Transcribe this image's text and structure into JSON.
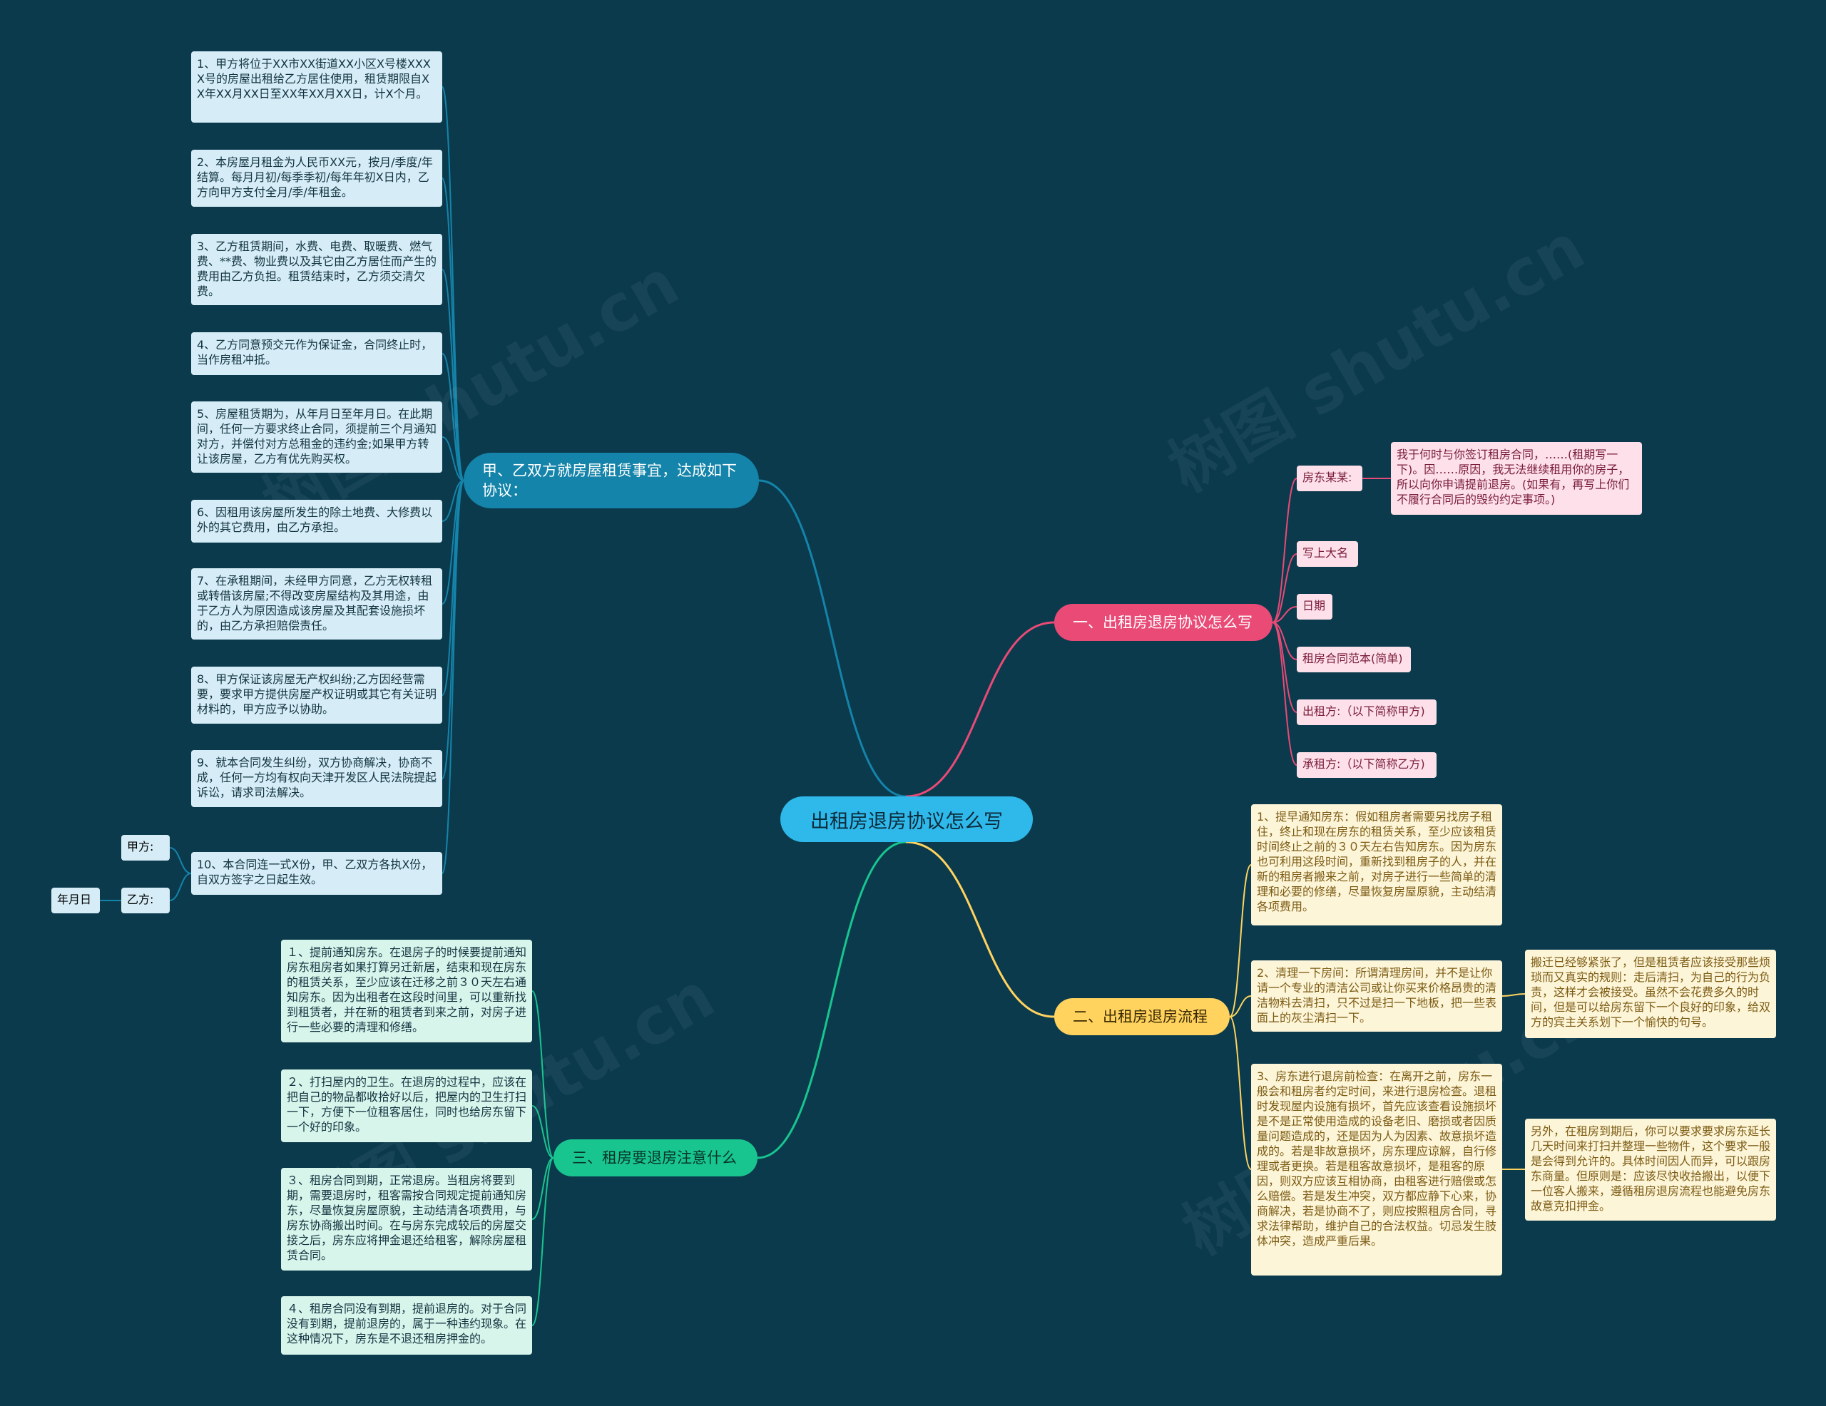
{
  "root": {
    "title": "出租房退房协议怎么写"
  },
  "colors": {
    "background": "#0b3a4d",
    "root": "#2fb8ea",
    "blue_branch": "#1584aa",
    "pink_branch": "#e94a76",
    "yellow_branch": "#ffd35e",
    "green_branch": "#19c58f"
  },
  "watermark": "树图 shutu.cn",
  "branch_blue": {
    "title": "甲、乙双方就房屋租赁事宜，达成如下协议：",
    "items": [
      "1、甲方将位于XX市XX街道XX小区X号楼XXXX号的房屋出租给乙方居住使用，租赁期限自XX年XX月XX日至XX年XX月XX日，计X个月。",
      "2、本房屋月租金为人民币XX元，按月/季度/年结算。每月月初/每季季初/每年年初X日内，乙方向甲方支付全月/季/年租金。",
      "3、乙方租赁期间，水费、电费、取暖费、燃气费、**费、物业费以及其它由乙方居住而产生的费用由乙方负担。租赁结束时，乙方须交清欠费。",
      "4、乙方同意预交元作为保证金，合同终止时，当作房租冲抵。",
      "5、房屋租赁期为，从年月日至年月日。在此期间，任何一方要求终止合同，须提前三个月通知对方，并偿付对方总租金的违约金;如果甲方转让该房屋，乙方有优先购买权。",
      "6、因租用该房屋所发生的除土地费、大修费以外的其它费用，由乙方承担。",
      "7、在承租期间，未经甲方同意，乙方无权转租或转借该房屋;不得改变房屋结构及其用途，由于乙方人为原因造成该房屋及其配套设施损坏的，由乙方承担赔偿责任。",
      "8、甲方保证该房屋无产权纠纷;乙方因经营需要，要求甲方提供房屋产权证明或其它有关证明材料的，甲方应予以协助。",
      "9、就本合同发生纠纷，双方协商解决，协商不成，任何一方均有权向天津开发区人民法院提起诉讼，请求司法解决。",
      "10、本合同连一式X份，甲、乙双方各执X份，自双方签字之日起生效。"
    ],
    "sub_party_a": "甲方:",
    "sub_party_b": "乙方:",
    "sub_date": "年月日"
  },
  "branch_pink": {
    "title": "一、出租房退房协议怎么写",
    "items": [
      "房东某某:",
      "写上大名",
      "日期",
      "租房合同范本(简单)",
      "出租方:（以下简称甲方)",
      "承租方:（以下简称乙方)"
    ],
    "landlord_note": "我于何时与你签订租房合同，……(租期写一下)。因……原因，我无法继续租用你的房子，所以向你申请提前退房。(如果有，再写上你们不履行合同后的毁约约定事项。)"
  },
  "branch_yellow": {
    "title": "二、出租房退房流程",
    "items": [
      "1、提早通知房东：假如租房者需要另找房子租住，终止和现在房东的租赁关系，至少应该租赁时间终止之前的３０天左右告知房东。因为房东也可利用这段时间，重新找到租房子的人，并在新的租房者搬来之前，对房子进行一些简单的清理和必要的修缮，尽量恢复房屋原貌，主动结清各项费用。",
      "2、清理一下房间：所谓清理房间，并不是让你请一个专业的清洁公司或让你买来价格昂贵的清洁物料去清扫，只不过是扫一下地板，把一些表面上的灰尘清扫一下。",
      "3、房东进行退房前检查：在离开之前，房东一般会和租房者约定时间，来进行退房检查。退租时发现屋内设施有损坏，首先应该查看设施损坏是不是正常使用造成的设备老旧、磨损或者因质量问题造成的，还是因为人为因素、故意损坏造成的。若是非故意损坏，房东理应谅解，自行修理或者更换。若是租客故意损坏，是租客的原因，则双方应该互相协商，由租客进行赔偿或怎么赔偿。若是发生冲突，双方都应静下心来，协商解决，若是协商不了，则应按照租房合同，寻求法律帮助，维护自己的合法权益。切忌发生肢体冲突，造成严重后果。"
    ],
    "note_2": "搬迁已经够紧张了，但是租赁者应该接受那些烦琐而又真实的规则：走后清扫，为自己的行为负责，这样才会被接受。虽然不会花费多久的时间，但是可以给房东留下一个良好的印象，给双方的宾主关系划下一个愉快的句号。",
    "note_3": "另外，在租房到期后，你可以要求要求房东延长几天时间来打扫并整理一些物件，这个要求一般是会得到允许的。具体时间因人而异，可以跟房东商量。但原则是：应该尽快收拾搬出，以便下一位客人搬来，遵循租房退房流程也能避免房东故意克扣押金。"
  },
  "branch_green": {
    "title": "三、租房要退房注意什么",
    "items": [
      "１、提前通知房东。在退房子的时候要提前通知房东租房者如果打算另迁新居，结束和现在房东的租赁关系，至少应该在迁移之前３０天左右通知房东。因为出租者在这段时间里，可以重新找到租赁者，并在新的租赁者到来之前，对房子进行一些必要的清理和修缮。",
      "２、打扫屋内的卫生。在退房的过程中，应该在把自己的物品都收拾好以后，把屋内的卫生打扫一下，方便下一位租客居住，同时也给房东留下一个好的印象。",
      "３、租房合同到期，正常退房。当租房将要到期，需要退房时，租客需按合同规定提前通知房东，尽量恢复房屋原貌，主动结清各项费用，与房东协商搬出时间。在与房东完成较后的房屋交接之后，房东应将押金退还给租客，解除房屋租赁合同。",
      "４、租房合同没有到期，提前退房的。对于合同没有到期，提前退房的，属于一种违约现象。在这种情况下，房东是不退还租房押金的。"
    ]
  }
}
